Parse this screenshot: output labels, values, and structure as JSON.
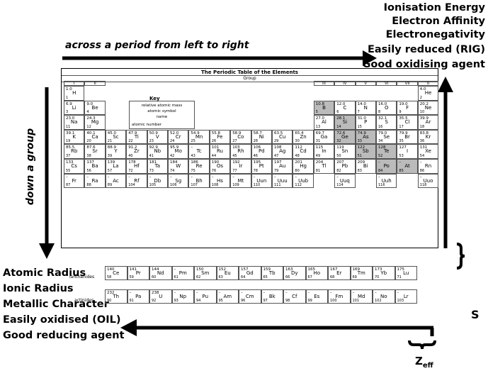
{
  "right_trends": [
    "Ionisation Energy",
    "Electron Affinity",
    "Electronegativity",
    "Easily reduced (RIG)",
    "Good oxidising agent"
  ],
  "left_trends": [
    "Atomic Radius",
    "Ionic Radius",
    "Metallic Character",
    "Easily oxidised (OIL)",
    "Good reducing agent"
  ],
  "across_label": "across a period from left to right",
  "down_label": "down a group",
  "s_label": "S",
  "zeff_label": "Z",
  "zeff_sub": "eff",
  "table_title": "The Periodic Table of the Elements",
  "group_header": "Group",
  "groups_left": [
    "I",
    "II"
  ],
  "groups_right": [
    "III",
    "IV",
    "V",
    "VI",
    "VII",
    "0"
  ],
  "key_title": "Key",
  "key_lines": [
    "relative atomic mass",
    "atomic symbol",
    "name",
    "atomic number"
  ],
  "lanthanides_label": "lanthanides",
  "actinides_label": "actinides",
  "elements": [
    [
      "1.0",
      "H",
      1,
      1
    ],
    [
      "4.0",
      "He",
      2,
      18
    ],
    [
      "6.9",
      "Li",
      3,
      1
    ],
    [
      "9.0",
      "Be",
      4,
      2
    ],
    [
      "10.8",
      "B",
      5,
      13
    ],
    [
      "12.0",
      "C",
      6,
      14
    ],
    [
      "14.0",
      "N",
      7,
      15
    ],
    [
      "16.0",
      "O",
      8,
      16
    ],
    [
      "19.0",
      "F",
      9,
      17
    ],
    [
      "20.2",
      "Ne",
      10,
      18
    ],
    [
      "23.0",
      "Na",
      11,
      1
    ],
    [
      "24.3",
      "Mg",
      12,
      2
    ],
    [
      "27.0",
      "Al",
      13,
      13
    ],
    [
      "28.1",
      "Si",
      14,
      14
    ],
    [
      "31.0",
      "P",
      15,
      15
    ],
    [
      "32.1",
      "S",
      16,
      16
    ],
    [
      "35.5",
      "Cl",
      17,
      17
    ],
    [
      "39.9",
      "Ar",
      18,
      18
    ],
    [
      "39.1",
      "K",
      19,
      1
    ],
    [
      "40.1",
      "Ca",
      20,
      2
    ],
    [
      "45.0",
      "Sc",
      21,
      3
    ],
    [
      "47.9",
      "Ti",
      22,
      4
    ],
    [
      "50.9",
      "V",
      23,
      5
    ],
    [
      "52.0",
      "Cr",
      24,
      6
    ],
    [
      "54.9",
      "Mn",
      25,
      7
    ],
    [
      "55.8",
      "Fe",
      26,
      8
    ],
    [
      "58.9",
      "Co",
      27,
      9
    ],
    [
      "58.7",
      "Ni",
      28,
      10
    ],
    [
      "63.5",
      "Cu",
      29,
      11
    ],
    [
      "65.4",
      "Zn",
      30,
      12
    ],
    [
      "69.7",
      "Ga",
      31,
      13
    ],
    [
      "72.6",
      "Ge",
      32,
      14
    ],
    [
      "74.9",
      "As",
      33,
      15
    ],
    [
      "79.0",
      "Se",
      34,
      16
    ],
    [
      "79.9",
      "Br",
      35,
      17
    ],
    [
      "83.8",
      "Kr",
      36,
      18
    ],
    [
      "85.5",
      "Rb",
      37,
      1
    ],
    [
      "87.6",
      "Sr",
      38,
      2
    ],
    [
      "88.9",
      "Y",
      39,
      3
    ],
    [
      "91.2",
      "Zr",
      40,
      4
    ],
    [
      "92.9",
      "Nb",
      41,
      5
    ],
    [
      "95.9",
      "Mo",
      42,
      6
    ],
    [
      "–",
      "Tc",
      43,
      7
    ],
    [
      "101",
      "Ru",
      44,
      8
    ],
    [
      "103",
      "Rh",
      45,
      9
    ],
    [
      "106",
      "Pd",
      46,
      10
    ],
    [
      "108",
      "Ag",
      47,
      11
    ],
    [
      "112",
      "Cd",
      48,
      12
    ],
    [
      "115",
      "In",
      49,
      13
    ],
    [
      "119",
      "Sn",
      50,
      14
    ],
    [
      "122",
      "Sb",
      51,
      15
    ],
    [
      "128",
      "Te",
      52,
      16
    ],
    [
      "127",
      "I",
      53,
      17
    ],
    [
      "131",
      "Xe",
      54,
      18
    ],
    [
      "133",
      "Cs",
      55,
      1
    ],
    [
      "137",
      "Ba",
      56,
      2
    ],
    [
      "139",
      "La",
      57,
      3
    ],
    [
      "178",
      "Hf",
      72,
      4
    ],
    [
      "181",
      "Ta",
      73,
      5
    ],
    [
      "184",
      "W",
      74,
      6
    ],
    [
      "186",
      "Re",
      75,
      7
    ],
    [
      "190",
      "Os",
      76,
      8
    ],
    [
      "192",
      "Ir",
      77,
      9
    ],
    [
      "195",
      "Pt",
      78,
      10
    ],
    [
      "197",
      "Au",
      79,
      11
    ],
    [
      "201",
      "Hg",
      80,
      12
    ],
    [
      "204",
      "Tl",
      81,
      13
    ],
    [
      "207",
      "Pb",
      82,
      14
    ],
    [
      "209",
      "Bi",
      83,
      15
    ],
    [
      "–",
      "Po",
      84,
      16
    ],
    [
      "–",
      "At",
      85,
      17
    ],
    [
      "–",
      "Rn",
      86,
      18
    ],
    [
      "–",
      "Fr",
      87,
      1
    ],
    [
      "–",
      "Ra",
      88,
      2
    ],
    [
      "–",
      "Ac",
      89,
      3
    ],
    [
      "–",
      "Rf",
      104,
      4
    ],
    [
      "–",
      "Db",
      105,
      5
    ],
    [
      "–",
      "Sg",
      106,
      6
    ],
    [
      "–",
      "Bh",
      107,
      7
    ],
    [
      "–",
      "Hs",
      108,
      8
    ],
    [
      "–",
      "Mt",
      109,
      9
    ],
    [
      "–",
      "Uun",
      110,
      10
    ],
    [
      "–",
      "Uuu",
      111,
      11
    ],
    [
      "–",
      "Uub",
      112,
      12
    ],
    [
      "–",
      "Uuq",
      114,
      14
    ],
    [
      "–",
      "Uuh",
      116,
      16
    ],
    [
      "–",
      "Uuo",
      118,
      18
    ]
  ],
  "lanthanides": [
    [
      "140",
      "Ce",
      58
    ],
    [
      "141",
      "Pr",
      59
    ],
    [
      "144",
      "Nd",
      60
    ],
    [
      "–",
      "Pm",
      61
    ],
    [
      "150",
      "Sm",
      62
    ],
    [
      "152",
      "Eu",
      63
    ],
    [
      "157",
      "Gd",
      64
    ],
    [
      "159",
      "Tb",
      65
    ],
    [
      "163",
      "Dy",
      66
    ],
    [
      "165",
      "Ho",
      67
    ],
    [
      "167",
      "Er",
      68
    ],
    [
      "169",
      "Tm",
      69
    ],
    [
      "173",
      "Yb",
      70
    ],
    [
      "175",
      "Lu",
      71
    ]
  ],
  "actinides": [
    [
      "232",
      "Th",
      90
    ],
    [
      "–",
      "Pa",
      91
    ],
    [
      "238",
      "U",
      92
    ],
    [
      "–",
      "Np",
      93
    ],
    [
      "–",
      "Pu",
      94
    ],
    [
      "–",
      "Am",
      95
    ],
    [
      "–",
      "Cm",
      96
    ],
    [
      "–",
      "Bk",
      97
    ],
    [
      "–",
      "Cf",
      98
    ],
    [
      "–",
      "Es",
      99
    ],
    [
      "–",
      "Fm",
      100
    ],
    [
      "–",
      "Md",
      101
    ],
    [
      "–",
      "No",
      102
    ],
    [
      "–",
      "Lr",
      103
    ]
  ],
  "shaded": [
    "B",
    "Si",
    "Ge",
    "As",
    "Sb",
    "Te",
    "Po",
    "At"
  ]
}
